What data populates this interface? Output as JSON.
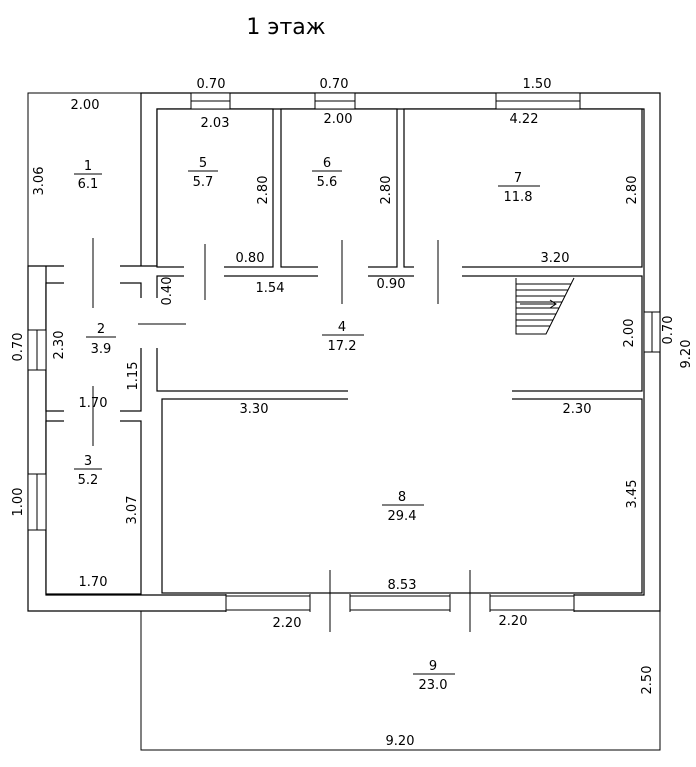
{
  "title": "1 этаж",
  "rooms": [
    {
      "id": "1",
      "area": "6.1"
    },
    {
      "id": "2",
      "area": "3.9"
    },
    {
      "id": "3",
      "area": "5.2"
    },
    {
      "id": "4",
      "area": "17.2"
    },
    {
      "id": "5",
      "area": "5.7"
    },
    {
      "id": "6",
      "area": "5.6"
    },
    {
      "id": "7",
      "area": "11.8"
    },
    {
      "id": "8",
      "area": "29.4"
    },
    {
      "id": "9",
      "area": "23.0"
    }
  ],
  "dims": {
    "win_top_1": "0.70",
    "win_top_2": "0.70",
    "win_top_3": "1.50",
    "r1_top": "2.00",
    "r1_side": "3.06",
    "r5_top": "2.03",
    "r5_side": "2.80",
    "r6_top": "2.00",
    "r6_side": "2.80",
    "r7_top": "4.22",
    "r7_side": "2.80",
    "door_r5": "0.80",
    "door_r6": "1.54",
    "door_r7": "0.90",
    "stair": "3.20",
    "corr_small": "0.40",
    "r2_side": "2.30",
    "left_win_1": "0.70",
    "r4_side": "2.00",
    "right_win": "0.70",
    "total_height": "9.20",
    "r2_low": "1.15",
    "r2_bottom": "1.70",
    "r8_top_left": "3.30",
    "r8_top_right": "2.30",
    "r8_side": "3.45",
    "left_win_2": "1.00",
    "r3_side": "3.07",
    "r3_bottom": "1.70",
    "r8_bottom": "8.53",
    "bottom_door_1": "2.20",
    "bottom_door_2": "2.20",
    "terrace_side": "2.50",
    "terrace_bottom": "9.20"
  }
}
